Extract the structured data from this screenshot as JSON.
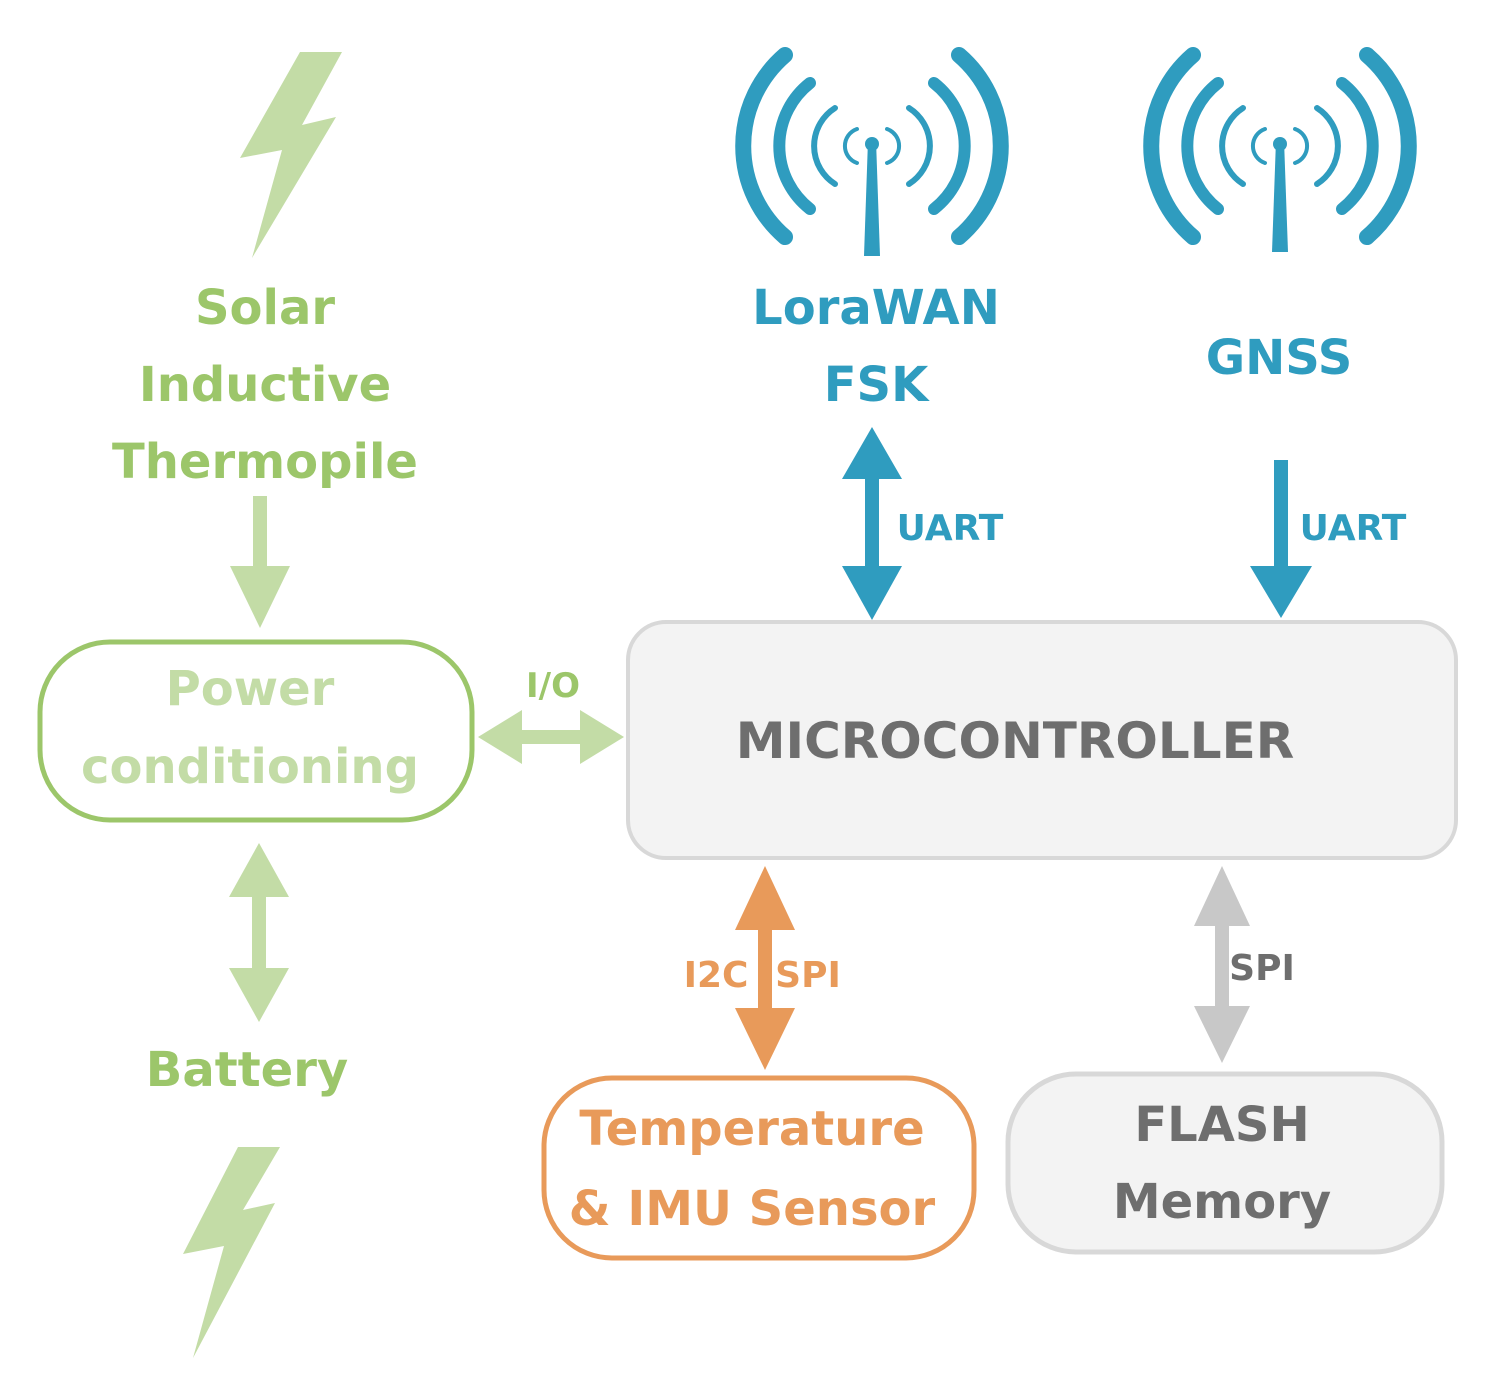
{
  "energy": {
    "sources": [
      "Solar",
      "Inductive",
      "Thermopile"
    ],
    "power_block": [
      "Power",
      "conditioning"
    ],
    "battery": "Battery",
    "io_label": "I/O"
  },
  "radios": {
    "lora": [
      "LoraWAN",
      "FSK"
    ],
    "gnss": "GNSS",
    "lora_bus": "UART",
    "gnss_bus": "UART"
  },
  "core": {
    "mcu": "MICROCONTROLLER"
  },
  "peripherals": {
    "sensor": [
      "Temperature",
      "& IMU Sensor"
    ],
    "sensor_bus_left": "I2C",
    "sensor_bus_right": "SPI",
    "flash": [
      "FLASH",
      "Memory"
    ],
    "flash_bus": "SPI"
  },
  "colors": {
    "green": "#9cc66a",
    "green_light": "#c3dca6",
    "blue": "#2f9cbf",
    "orange": "#e89a5a",
    "gray": "#c8c8c8",
    "gray_text": "#6e6e6e",
    "box_fill": "#f3f3f3"
  }
}
